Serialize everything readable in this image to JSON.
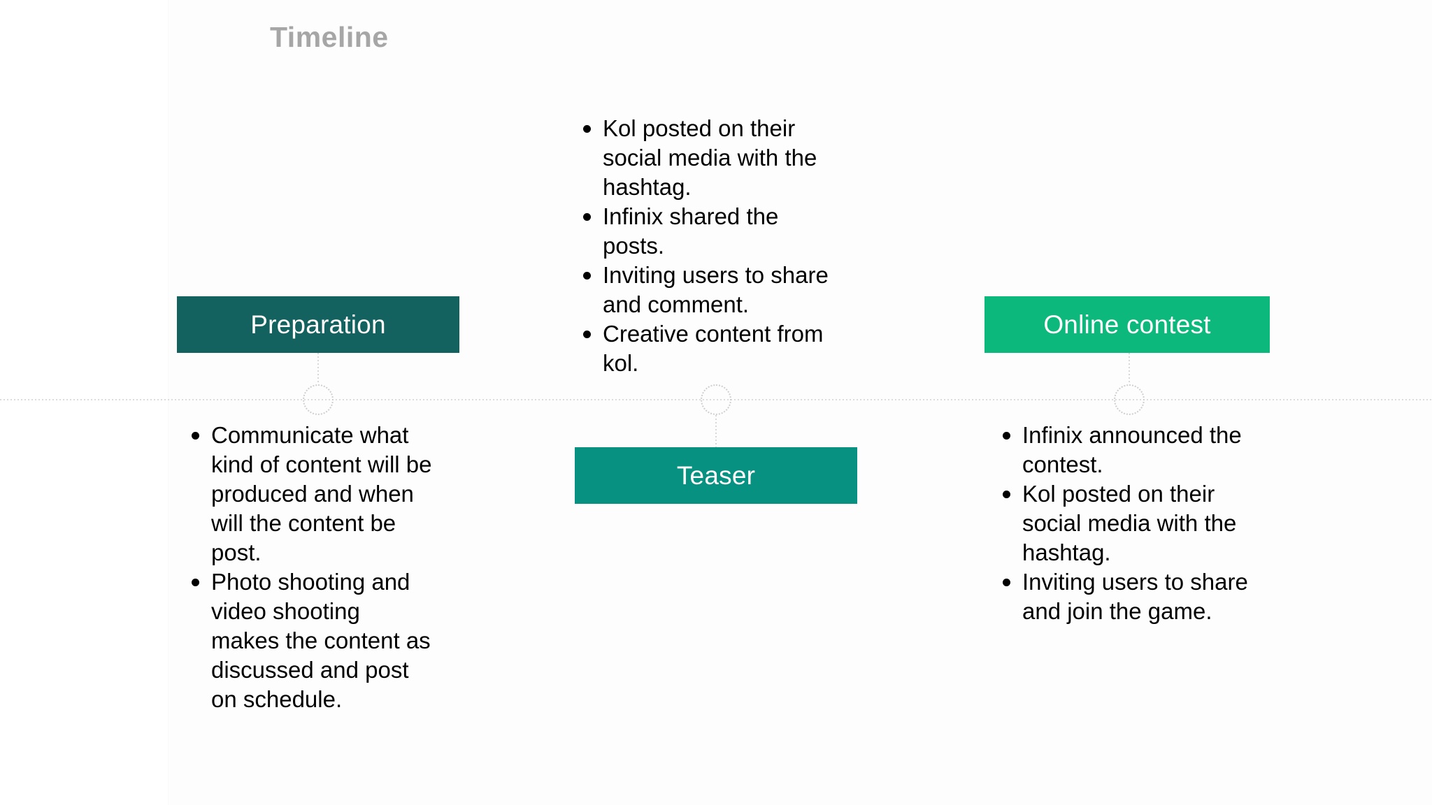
{
  "slide": {
    "title": "Timeline",
    "title_color": "#a6a6a6",
    "background_color": "#ffffff"
  },
  "axis": {
    "style": "dotted",
    "color": "#dcdcdc"
  },
  "marker_color": "#cfcfcf",
  "phases": [
    {
      "id": "preparation",
      "label": "Preparation",
      "box_color": "#14625f",
      "label_position": "above-axis",
      "bullets_position": "below-axis",
      "bullets": [
        "Communicate what kind of content will be produced and when will the content be post.",
        "Photo shooting and video shooting makes the content as discussed and post on schedule."
      ]
    },
    {
      "id": "teaser",
      "label": "Teaser",
      "box_color": "#069180",
      "label_position": "below-axis",
      "bullets_position": "above-axis",
      "bullets": [
        "Kol posted on their social media with the hashtag.",
        "Infinix shared the posts.",
        "Inviting users to share and comment.",
        "Creative content from kol."
      ]
    },
    {
      "id": "online-contest",
      "label": "Online contest",
      "box_color": "#0cb87c",
      "label_position": "above-axis",
      "bullets_position": "below-axis",
      "bullets": [
        "Infinix announced the contest.",
        "Kol posted on their social media with the hashtag.",
        "Inviting users to share and join the game."
      ]
    }
  ]
}
